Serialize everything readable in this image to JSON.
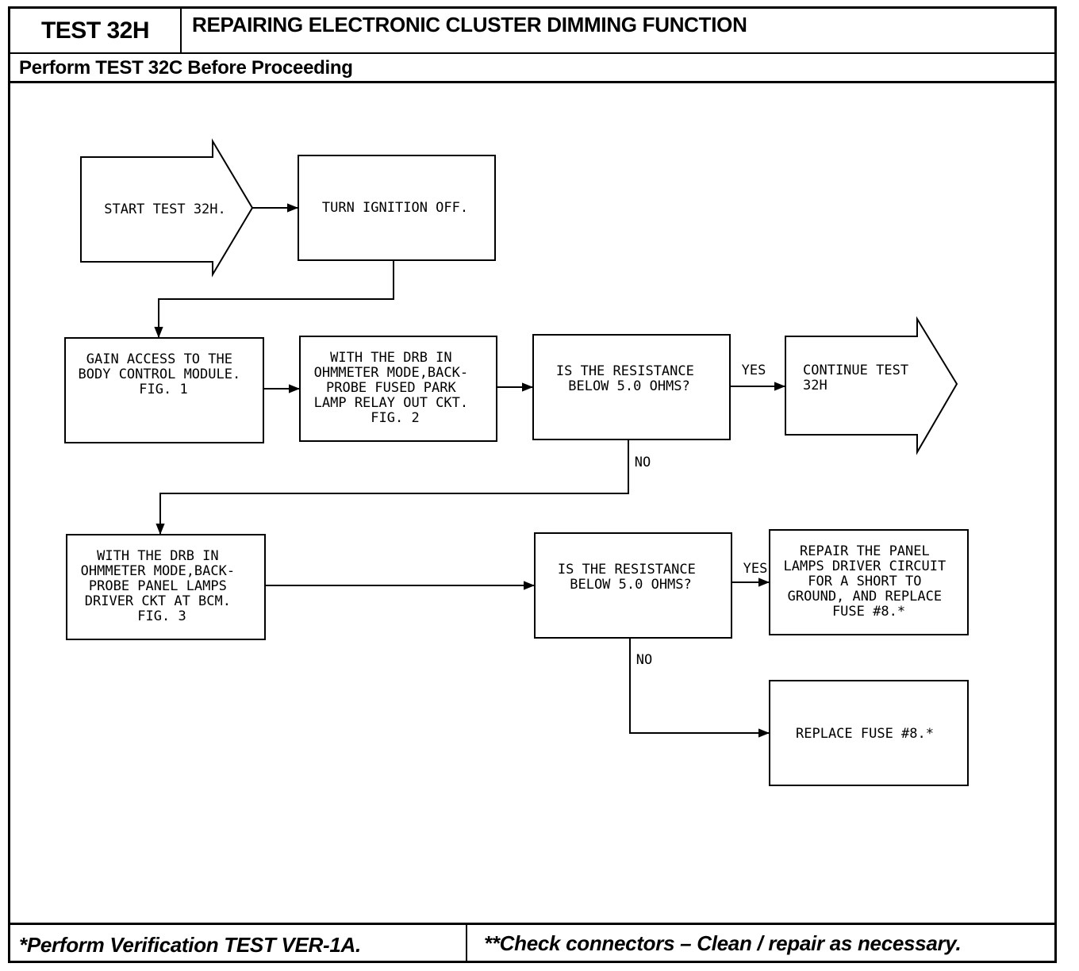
{
  "header": {
    "test_id": "TEST 32H",
    "title": "REPAIRING ELECTRONIC CLUSTER DIMMING FUNCTION",
    "prerequisite": "Perform TEST 32C Before Proceeding"
  },
  "flowchart": {
    "start": [
      "START TEST 32H."
    ],
    "ignition_off": [
      "TURN IGNITION OFF."
    ],
    "gain_access": [
      "GAIN ACCESS TO THE",
      "BODY CONTROL MODULE.",
      "",
      "FIG. 1"
    ],
    "probe_park": [
      "WITH THE DRB IN",
      "OHMMETER MODE,BACK-",
      "PROBE FUSED PARK",
      "LAMP RELAY OUT CKT.",
      "FIG. 2"
    ],
    "decision_1": [
      "IS THE RESISTANCE",
      "BELOW 5.0 OHMS?"
    ],
    "continue_test": [
      "CONTINUE TEST",
      "32H"
    ],
    "probe_panel": [
      "WITH THE DRB IN",
      "OHMMETER MODE,BACK-",
      "PROBE PANEL LAMPS",
      "DRIVER CKT AT BCM.",
      "FIG. 3"
    ],
    "decision_2": [
      "IS THE RESISTANCE",
      "BELOW 5.0 OHMS?"
    ],
    "repair_panel": [
      "REPAIR THE PANEL",
      "LAMPS DRIVER CIRCUIT",
      "FOR A SHORT TO",
      "GROUND, AND REPLACE",
      "FUSE #8.*"
    ],
    "replace_fuse": [
      "REPLACE FUSE #8.*"
    ],
    "yes_label": "YES",
    "no_label": "NO"
  },
  "footer": {
    "left": "*Perform Verification TEST VER-1A.",
    "right": "**Check connectors – Clean / repair as necessary."
  }
}
